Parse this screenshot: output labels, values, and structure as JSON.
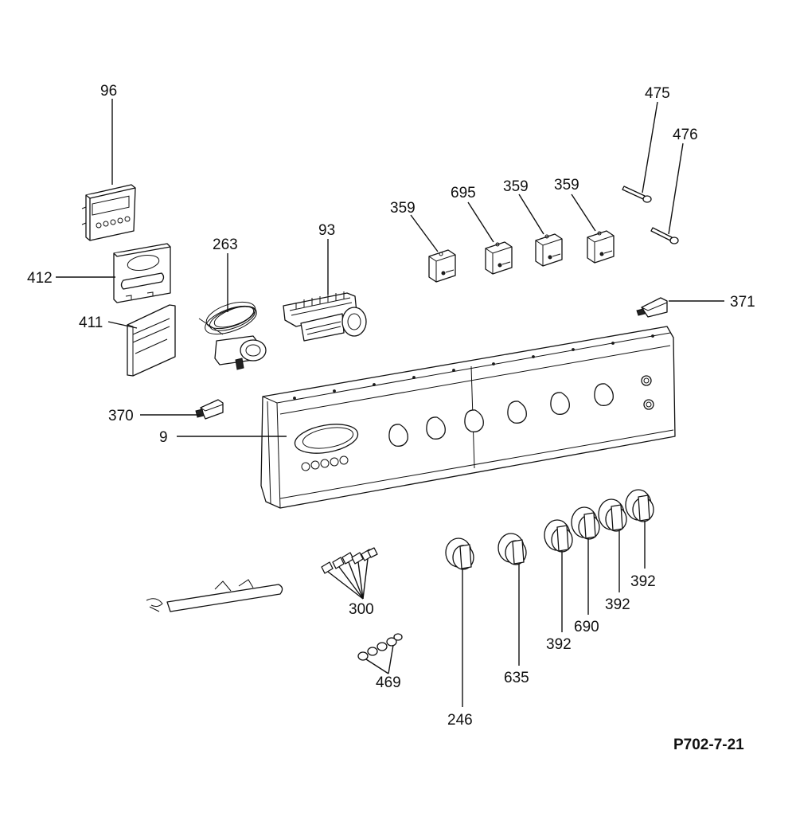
{
  "drawing_code": "P702-7-21",
  "labels": {
    "l96": "96",
    "l412": "412",
    "l411": "411",
    "l263": "263",
    "l93": "93",
    "l370": "370",
    "l9": "9",
    "l359a": "359",
    "l695": "695",
    "l359b": "359",
    "l359c": "359",
    "l475": "475",
    "l476": "476",
    "l371": "371",
    "l300": "300",
    "l469": "469",
    "l246": "246",
    "l635": "635",
    "l392a": "392",
    "l690": "690",
    "l392b": "392",
    "l392c": "392"
  }
}
